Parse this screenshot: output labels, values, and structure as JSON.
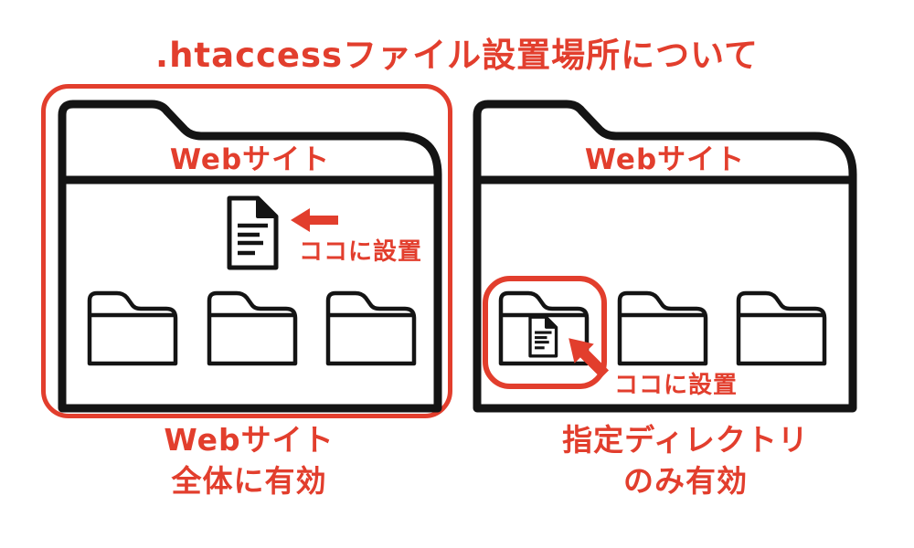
{
  "title": ".htaccessファイル設置場所について",
  "colors": {
    "accent_red": "#E23E2D",
    "line_black": "#141414",
    "background": "#FFFFFF"
  },
  "left_panel": {
    "folder_label": "Webサイト",
    "annotation": "ココに設置",
    "caption_line1": "Webサイト",
    "caption_line2": "全体に有効",
    "subfolder_count": 3
  },
  "right_panel": {
    "folder_label": "Webサイト",
    "annotation": "ココに設置",
    "caption_line1": "指定ディレクトリ",
    "caption_line2": "のみ有効",
    "subfolder_count": 3
  }
}
